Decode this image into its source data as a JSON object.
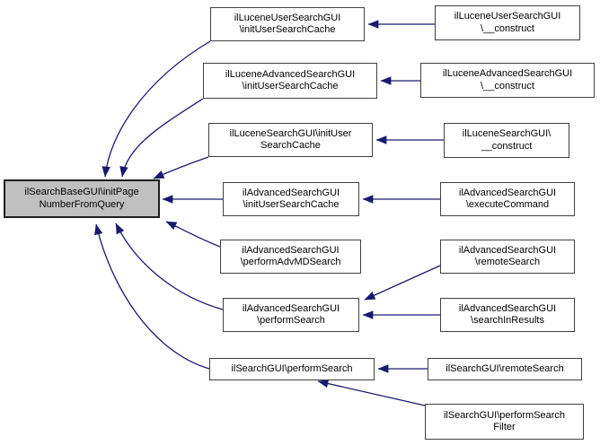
{
  "diagram": {
    "type": "call-graph",
    "colors": {
      "background": "#ffffff",
      "edge": "#1a1a70",
      "node_fill": "#ffffff",
      "node_border": "#404040",
      "focus_fill": "#c0c0c0",
      "focus_border": "#1f1f1f",
      "text": "#000000"
    },
    "nodes": [
      {
        "id": "focus",
        "lines": [
          "ilSearchBaseGUI\\initPage",
          "NumberFromQuery"
        ],
        "focused": true
      },
      {
        "id": "m1",
        "lines": [
          "ilLuceneUserSearchGUI",
          "\\initUserSearchCache"
        ]
      },
      {
        "id": "m2",
        "lines": [
          "ilLuceneAdvancedSearchGUI",
          "\\initUserSearchCache"
        ]
      },
      {
        "id": "m3",
        "lines": [
          "ilLuceneSearchGUI\\initUser",
          "SearchCache"
        ]
      },
      {
        "id": "m4",
        "lines": [
          "ilAdvancedSearchGUI",
          "\\initUserSearchCache"
        ]
      },
      {
        "id": "m5",
        "lines": [
          "ilAdvancedSearchGUI",
          "\\performAdvMDSearch"
        ]
      },
      {
        "id": "m6",
        "lines": [
          "ilAdvancedSearchGUI",
          "\\performSearch"
        ]
      },
      {
        "id": "m7",
        "lines": [
          "ilSearchGUI\\performSearch"
        ]
      },
      {
        "id": "r1",
        "lines": [
          "ilLuceneUserSearchGUI",
          "\\__construct"
        ]
      },
      {
        "id": "r2",
        "lines": [
          "ilLuceneAdvancedSearchGUI",
          "\\__construct"
        ]
      },
      {
        "id": "r3",
        "lines": [
          "ilLuceneSearchGUI\\",
          "__construct"
        ]
      },
      {
        "id": "r4",
        "lines": [
          "ilAdvancedSearchGUI",
          "\\executeCommand"
        ]
      },
      {
        "id": "r5",
        "lines": [
          "ilAdvancedSearchGUI",
          "\\remoteSearch"
        ]
      },
      {
        "id": "r6",
        "lines": [
          "ilAdvancedSearchGUI",
          "\\searchInResults"
        ]
      },
      {
        "id": "r7",
        "lines": [
          "ilSearchGUI\\remoteSearch"
        ]
      },
      {
        "id": "r8",
        "lines": [
          "ilSearchGUI\\performSearch",
          "Filter"
        ]
      }
    ],
    "edges": [
      {
        "from": "m1",
        "to": "focus"
      },
      {
        "from": "m2",
        "to": "focus"
      },
      {
        "from": "m3",
        "to": "focus"
      },
      {
        "from": "m4",
        "to": "focus"
      },
      {
        "from": "m5",
        "to": "focus"
      },
      {
        "from": "m6",
        "to": "focus"
      },
      {
        "from": "m7",
        "to": "focus"
      },
      {
        "from": "r1",
        "to": "m1"
      },
      {
        "from": "r2",
        "to": "m2"
      },
      {
        "from": "r3",
        "to": "m3"
      },
      {
        "from": "r4",
        "to": "m4"
      },
      {
        "from": "r5",
        "to": "m6"
      },
      {
        "from": "r6",
        "to": "m6"
      },
      {
        "from": "r7",
        "to": "m7"
      },
      {
        "from": "r8",
        "to": "m7"
      }
    ]
  }
}
